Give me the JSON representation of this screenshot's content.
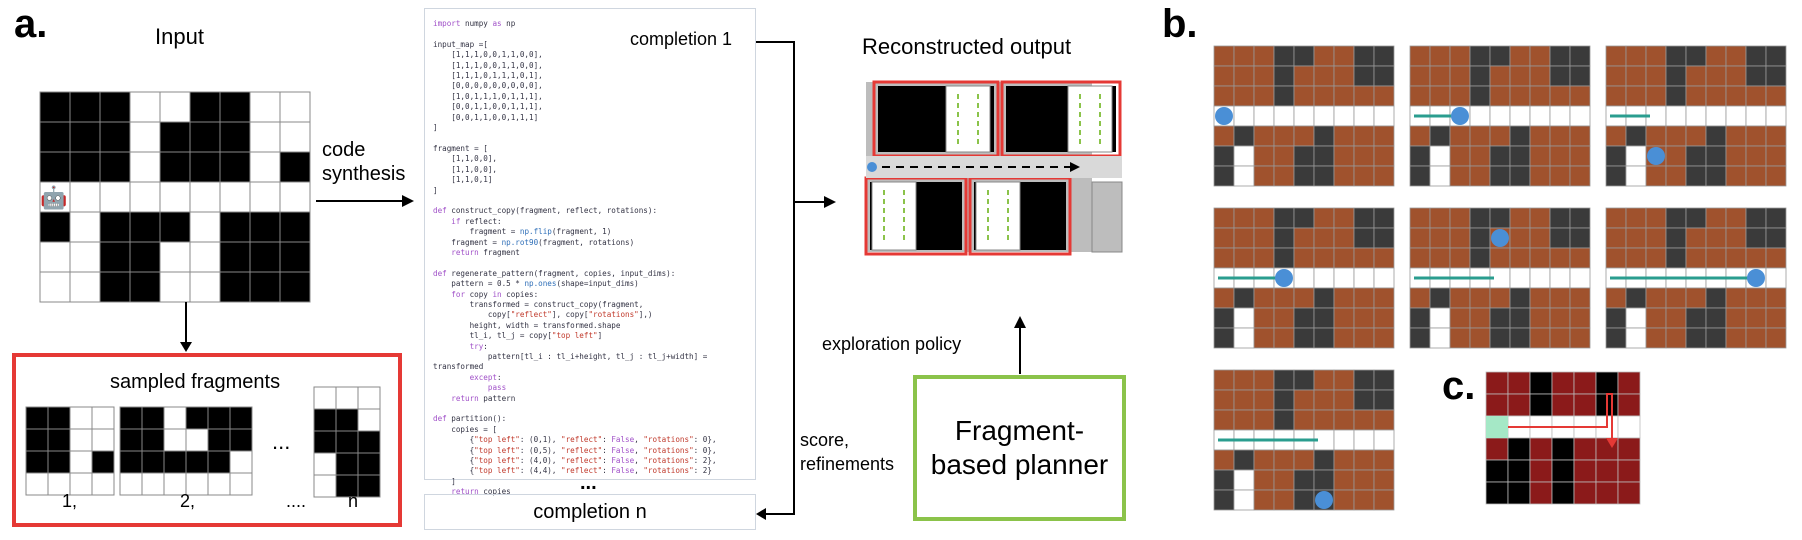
{
  "panel_a": {
    "letter": "a.",
    "input_title": "Input",
    "arrow_label_line1": "code",
    "arrow_label_line2": "synthesis",
    "sampled_title": "sampled fragments",
    "fragment_labels": [
      "1,",
      "2,",
      "....",
      "n"
    ],
    "ellipsis": "...",
    "completion_1": "completion 1",
    "completion_n": "completion n",
    "code_ellipsis": "...",
    "reconstructed_title": "Reconstructed output",
    "exploration_policy": "exploration policy",
    "score_line1": "score,",
    "score_line2": "refinements",
    "planner_line1": "Fragment-",
    "planner_line2": "based planner"
  },
  "panel_b": {
    "letter": "b."
  },
  "panel_c": {
    "letter": "c."
  },
  "code_lines": [
    "import numpy as np",
    "",
    "input_map =[",
    "    [1,1,1,0,0,1,1,0,0],",
    "    [1,1,1,0,0,1,1,0,0],",
    "    [1,1,1,0,1,1,1,0,1],",
    "    [0,0,0,0,0,0,0,0,0],",
    "    [1,0,1,1,1,0,1,1,1],",
    "    [0,0,1,1,0,0,1,1,1],",
    "    [0,0,1,1,0,0,1,1,1]",
    "]",
    "",
    "fragment = [",
    "    [1,1,0,0],",
    "    [1,1,0,0],",
    "    [1,1,0,1]",
    "]",
    "",
    "def construct_copy(fragment, reflect, rotations):",
    "    if reflect:",
    "        fragment = np.flip(fragment, 1)",
    "    fragment = np.rot90(fragment, rotations)",
    "    return fragment",
    "",
    "def regenerate_pattern(fragment, copies, input_dims):",
    "    pattern = 0.5 * np.ones(shape=input_dims)",
    "    for copy in copies:",
    "        transformed = construct_copy(fragment,",
    "            copy[\"reflect\"], copy[\"rotations\"],)",
    "        height, width = transformed.shape",
    "        tl_i, tl_j = copy[\"top left\"]",
    "        try:",
    "            pattern[tl_i : tl_i+height, tl_j : tl_j+width] =",
    "transformed",
    "        except:",
    "            pass",
    "    return pattern",
    "",
    "def partition():",
    "    copies = [",
    "        {\"top left\": (0,1), \"reflect\": False, \"rotations\": 0},",
    "        {\"top left\": (0,5), \"reflect\": False, \"rotations\": 0},",
    "        {\"top left\": (4,0), \"reflect\": False, \"rotations\": 2},",
    "        {\"top left\": (4,4), \"reflect\": False, \"rotations\": 2}",
    "    ]",
    "    return copies"
  ],
  "input_map": [
    [
      1,
      1,
      1,
      0,
      0,
      1,
      1,
      0,
      0
    ],
    [
      1,
      1,
      1,
      0,
      1,
      1,
      1,
      0,
      0
    ],
    [
      1,
      1,
      1,
      0,
      1,
      1,
      1,
      0,
      1
    ],
    [
      0,
      0,
      0,
      0,
      0,
      0,
      0,
      0,
      0
    ],
    [
      1,
      0,
      1,
      1,
      1,
      0,
      1,
      1,
      1
    ],
    [
      0,
      0,
      1,
      1,
      0,
      0,
      1,
      1,
      1
    ],
    [
      0,
      0,
      1,
      1,
      0,
      0,
      1,
      1,
      1
    ]
  ],
  "colors": {
    "red": "#e53935",
    "green": "#8bc34a",
    "teal": "#2a9d8f",
    "brick": "#a0522d",
    "dark": "#3a3a3a",
    "robot": "#4a8fd6"
  }
}
